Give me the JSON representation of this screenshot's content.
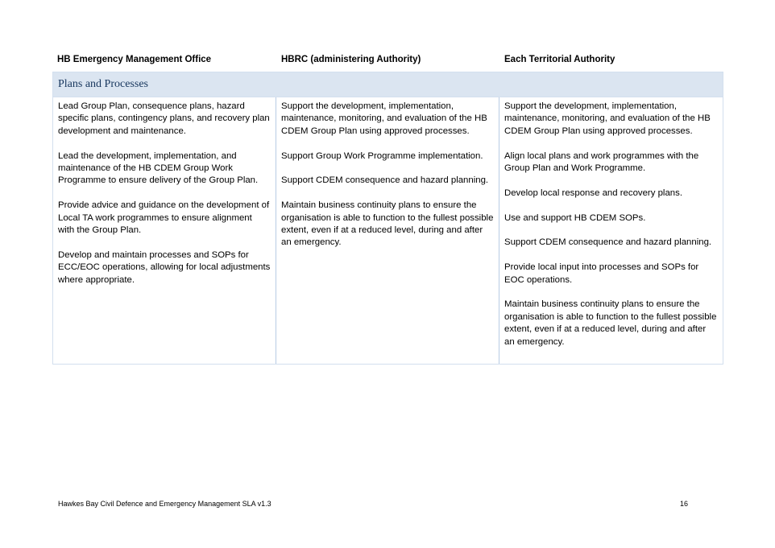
{
  "table": {
    "headers": [
      "HB Emergency Management Office",
      "HBRC (administering Authority)",
      "Each Territorial Authority"
    ],
    "section_title": "Plans and Processes",
    "columns": [
      {
        "paragraphs": [
          "Lead Group Plan, consequence plans, hazard specific plans, contingency plans, and recovery plan development and maintenance.",
          "Lead the development, implementation, and maintenance of the HB CDEM Group Work Programme to ensure delivery of the Group Plan.",
          "Provide advice and guidance on the development of Local TA work programmes to ensure alignment with the Group Plan.",
          "Develop and maintain processes and SOPs for ECC/EOC operations, allowing for local adjustments where appropriate."
        ]
      },
      {
        "paragraphs": [
          "Support the development, implementation, maintenance, monitoring, and evaluation of the HB CDEM Group Plan using approved processes.",
          "Support Group Work Programme implementation.",
          "Support CDEM consequence and hazard planning.",
          "Maintain business continuity plans to ensure the organisation is able to function to the fullest possible extent, even if at a reduced level, during and after an emergency."
        ]
      },
      {
        "paragraphs": [
          "Support the development, implementation, maintenance, monitoring, and evaluation of the HB CDEM Group Plan using approved processes.",
          "Align local plans and work programmes with the Group Plan and Work Programme.",
          "Develop local response and recovery plans.",
          "Use and support HB CDEM SOPs.",
          "Support CDEM consequence and hazard planning.",
          "Provide local input into processes and SOPs for EOC operations.",
          "Maintain business continuity plans to ensure the organisation is able to function to the fullest possible extent, even if at a reduced level, during and after an emergency."
        ]
      }
    ]
  },
  "footer": {
    "document_title": "Hawkes Bay Civil Defence and Emergency Management SLA v1.3",
    "page_number": "16"
  }
}
